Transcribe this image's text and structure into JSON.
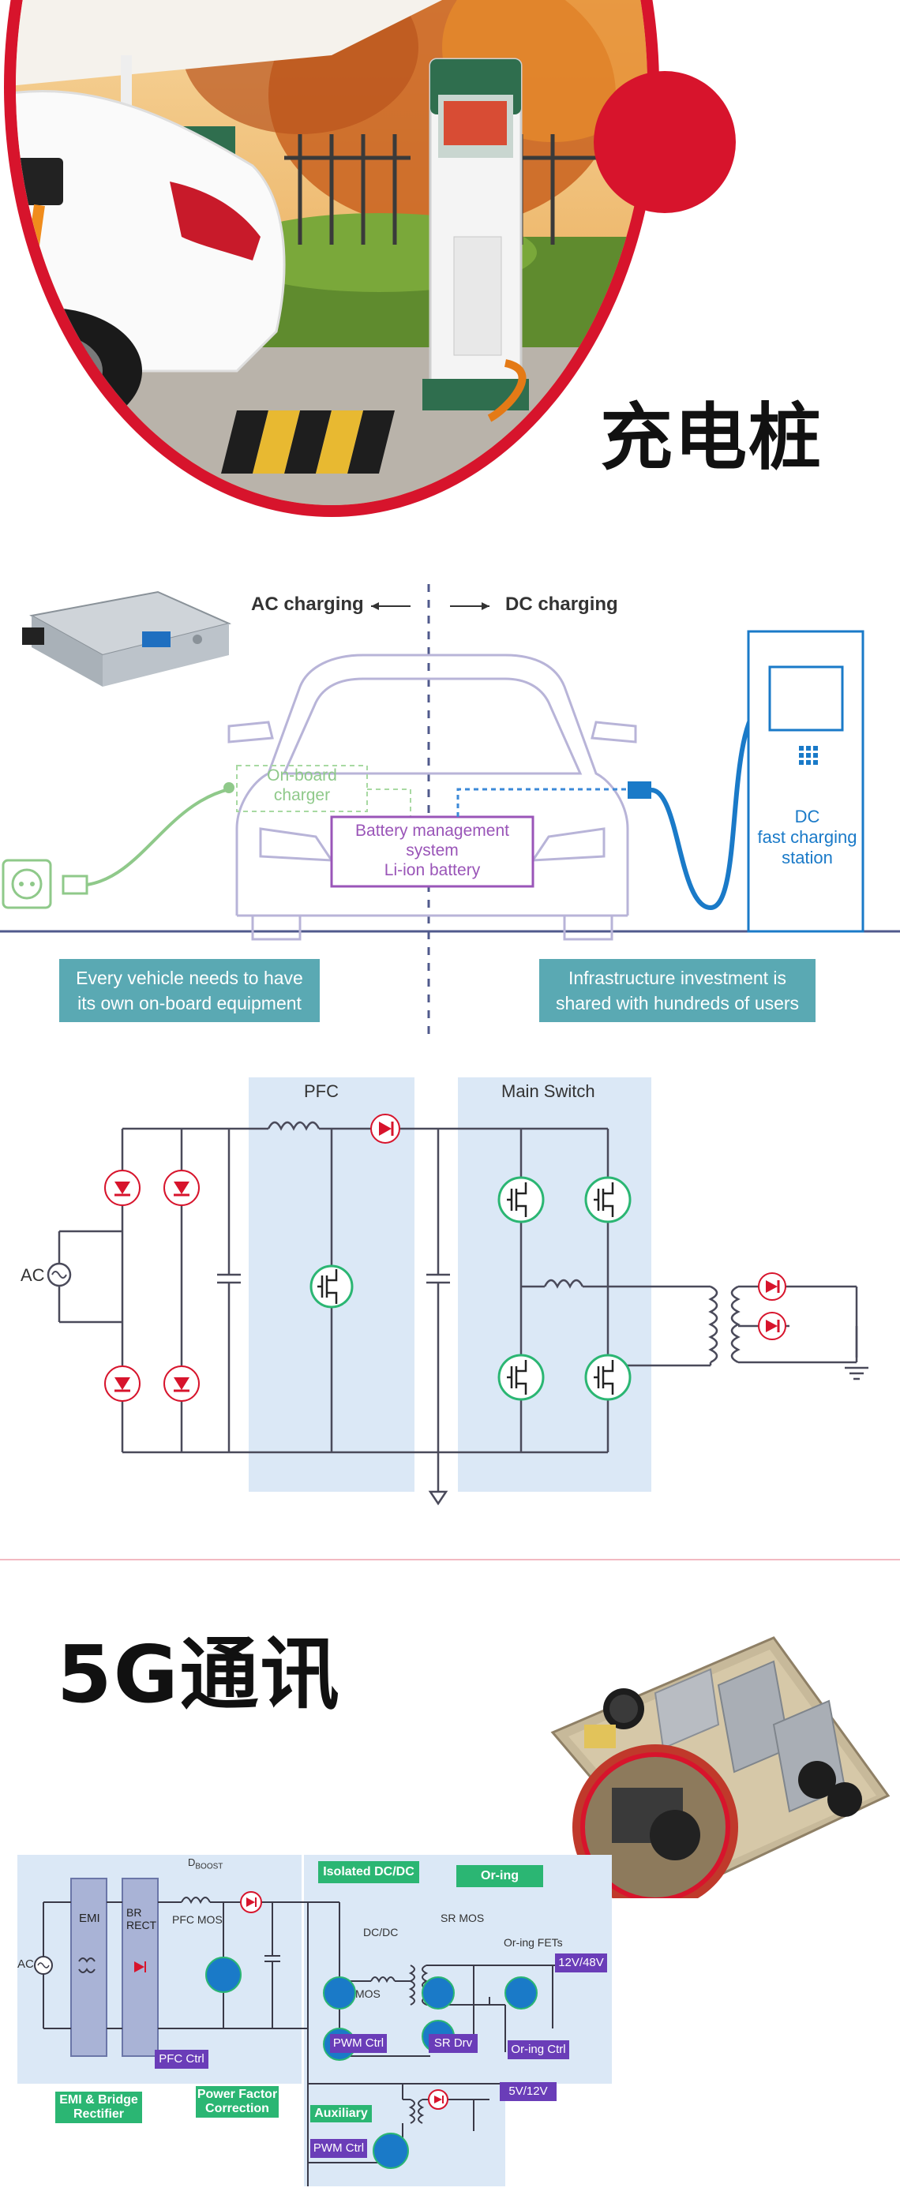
{
  "section1": {
    "title": "充电桩"
  },
  "charging": {
    "ac_label": "AC charging",
    "dc_label": "DC charging",
    "onboard_charger": [
      "On-board",
      "charger"
    ],
    "battery_system": [
      "Battery management",
      "system",
      "Li-ion battery"
    ],
    "dc_station": [
      "DC",
      "fast charging",
      "station"
    ],
    "left_note": [
      "Every vehicle needs to have",
      "its own on-board equipment"
    ],
    "right_note": [
      "Infrastructure investment is",
      "shared with hundreds of users"
    ]
  },
  "circuit1": {
    "pfc": "PFC",
    "main_switch": "Main Switch",
    "ac": "AC"
  },
  "section2": {
    "title": "5G通讯"
  },
  "circuit2": {
    "ac": "AC",
    "emi": "EMI",
    "br_rect": [
      "BR",
      "RECT"
    ],
    "d_boost": [
      "D",
      "BOOST"
    ],
    "pfc_mos": "PFC MOS",
    "pfc_ctrl": "PFC Ctrl",
    "emi_bridge": [
      "EMI & Bridge",
      "Rectifier"
    ],
    "power_factor": [
      "Power Factor",
      "Correction"
    ],
    "isolated_dcdc": "Isolated DC/DC",
    "dcdc": "DC/DC",
    "mos": "MOS",
    "sr_mos": "SR MOS",
    "pwm_ctrl": "PWM Ctrl",
    "sr_drv": "SR Drv",
    "or_ing": "Or-ing",
    "or_ing_fets": "Or-ing FETs",
    "or_ing_ctrl": "Or-ing Ctrl",
    "out_12_48": "12V/48V",
    "auxiliary": "Auxiliary",
    "aux_pwm": "PWM Ctrl",
    "out_5_12": "5V/12V"
  },
  "colors": {
    "accent_red": "#d7142c",
    "teal": "#5aa9b3",
    "blue": "#1a7ac8",
    "purple": "#6a3db8",
    "green": "#2bb673"
  }
}
